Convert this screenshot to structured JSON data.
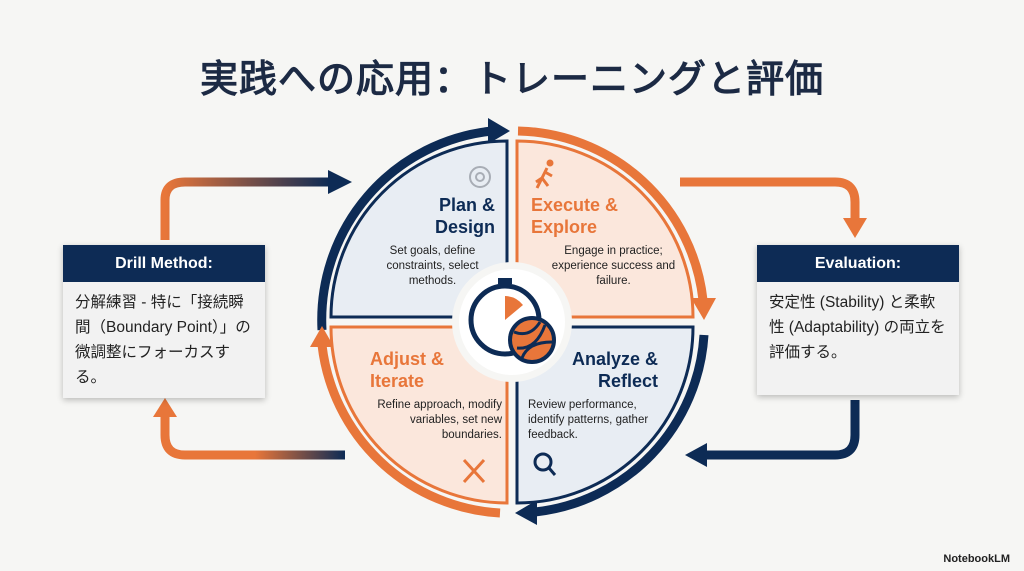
{
  "title": "実践への応用：トレーニングと評価",
  "left_box": {
    "header": "Drill Method:",
    "body": "分解練習 - 特に「接続瞬間（Boundary Point）」の微調整にフォーカスする。"
  },
  "right_box": {
    "header": "Evaluation:",
    "body": "安定性 (Stability) と柔軟性 (Adaptability) の両立を評価する。"
  },
  "cycle": [
    {
      "title": "Plan & Design",
      "desc": "Set goals, define constraints, select methods.",
      "icon": "gear-icon"
    },
    {
      "title": "Execute & Explore",
      "desc": "Engage in practice; experience success and failure.",
      "icon": "runner-icon"
    },
    {
      "title": "Analyze & Reflect",
      "desc": "Review performance, identify patterns, gather feedback.",
      "icon": "magnifier-icon"
    },
    {
      "title": "Adjust & Iterate",
      "desc": "Refine approach, modify variables, set new boundaries.",
      "icon": "tools-icon"
    }
  ],
  "center_icon": "stopwatch-volleyball-icon",
  "colors": {
    "navy": "#0d2b55",
    "orange": "#e8763a"
  },
  "logo": "NotebookLM"
}
